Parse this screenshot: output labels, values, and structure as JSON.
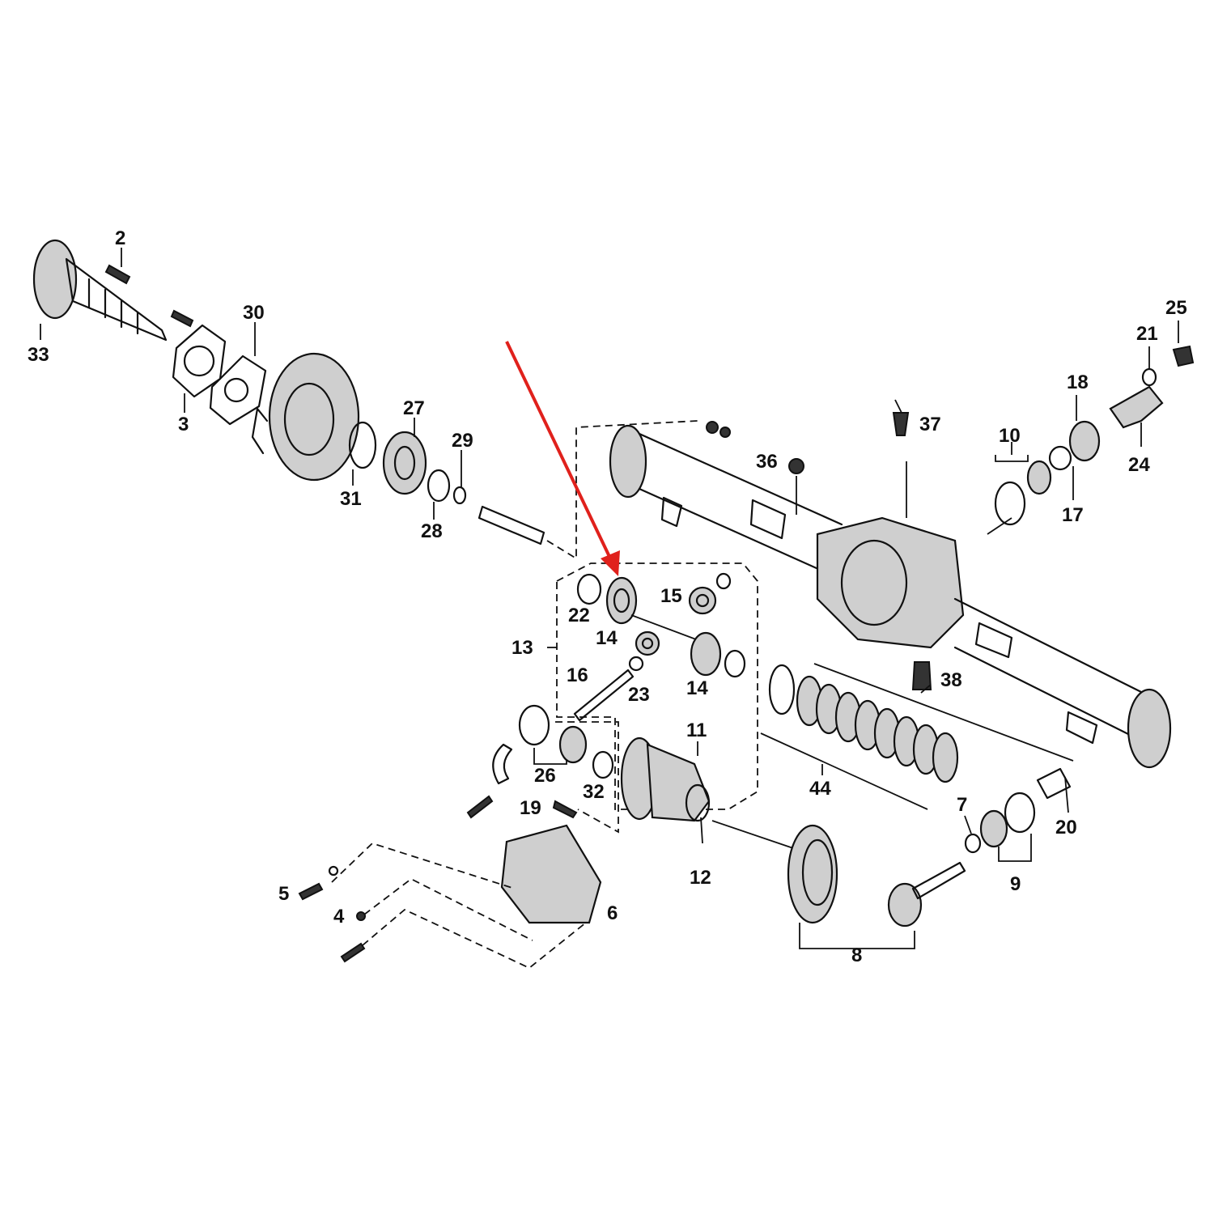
{
  "diagram": {
    "labels": [
      {
        "id": "2",
        "text": "2"
      },
      {
        "id": "3",
        "text": "3"
      },
      {
        "id": "4",
        "text": "4"
      },
      {
        "id": "5",
        "text": "5"
      },
      {
        "id": "6",
        "text": "6"
      },
      {
        "id": "7",
        "text": "7"
      },
      {
        "id": "8",
        "text": "8"
      },
      {
        "id": "9",
        "text": "9"
      },
      {
        "id": "10",
        "text": "10"
      },
      {
        "id": "11",
        "text": "11"
      },
      {
        "id": "12",
        "text": "12"
      },
      {
        "id": "13",
        "text": "13"
      },
      {
        "id": "14a",
        "text": "14"
      },
      {
        "id": "14b",
        "text": "14"
      },
      {
        "id": "15",
        "text": "15"
      },
      {
        "id": "16",
        "text": "16"
      },
      {
        "id": "17",
        "text": "17"
      },
      {
        "id": "18",
        "text": "18"
      },
      {
        "id": "19",
        "text": "19"
      },
      {
        "id": "20",
        "text": "20"
      },
      {
        "id": "21",
        "text": "21"
      },
      {
        "id": "22",
        "text": "22"
      },
      {
        "id": "23",
        "text": "23"
      },
      {
        "id": "24",
        "text": "24"
      },
      {
        "id": "25",
        "text": "25"
      },
      {
        "id": "26",
        "text": "26"
      },
      {
        "id": "27",
        "text": "27"
      },
      {
        "id": "28",
        "text": "28"
      },
      {
        "id": "29",
        "text": "29"
      },
      {
        "id": "30",
        "text": "30"
      },
      {
        "id": "31",
        "text": "31"
      },
      {
        "id": "32",
        "text": "32"
      },
      {
        "id": "33",
        "text": "33"
      },
      {
        "id": "36",
        "text": "36"
      },
      {
        "id": "37",
        "text": "37"
      },
      {
        "id": "38",
        "text": "38"
      },
      {
        "id": "44",
        "text": "44"
      }
    ],
    "highlight_color": "#e0211c",
    "highlighted_part": "14"
  }
}
